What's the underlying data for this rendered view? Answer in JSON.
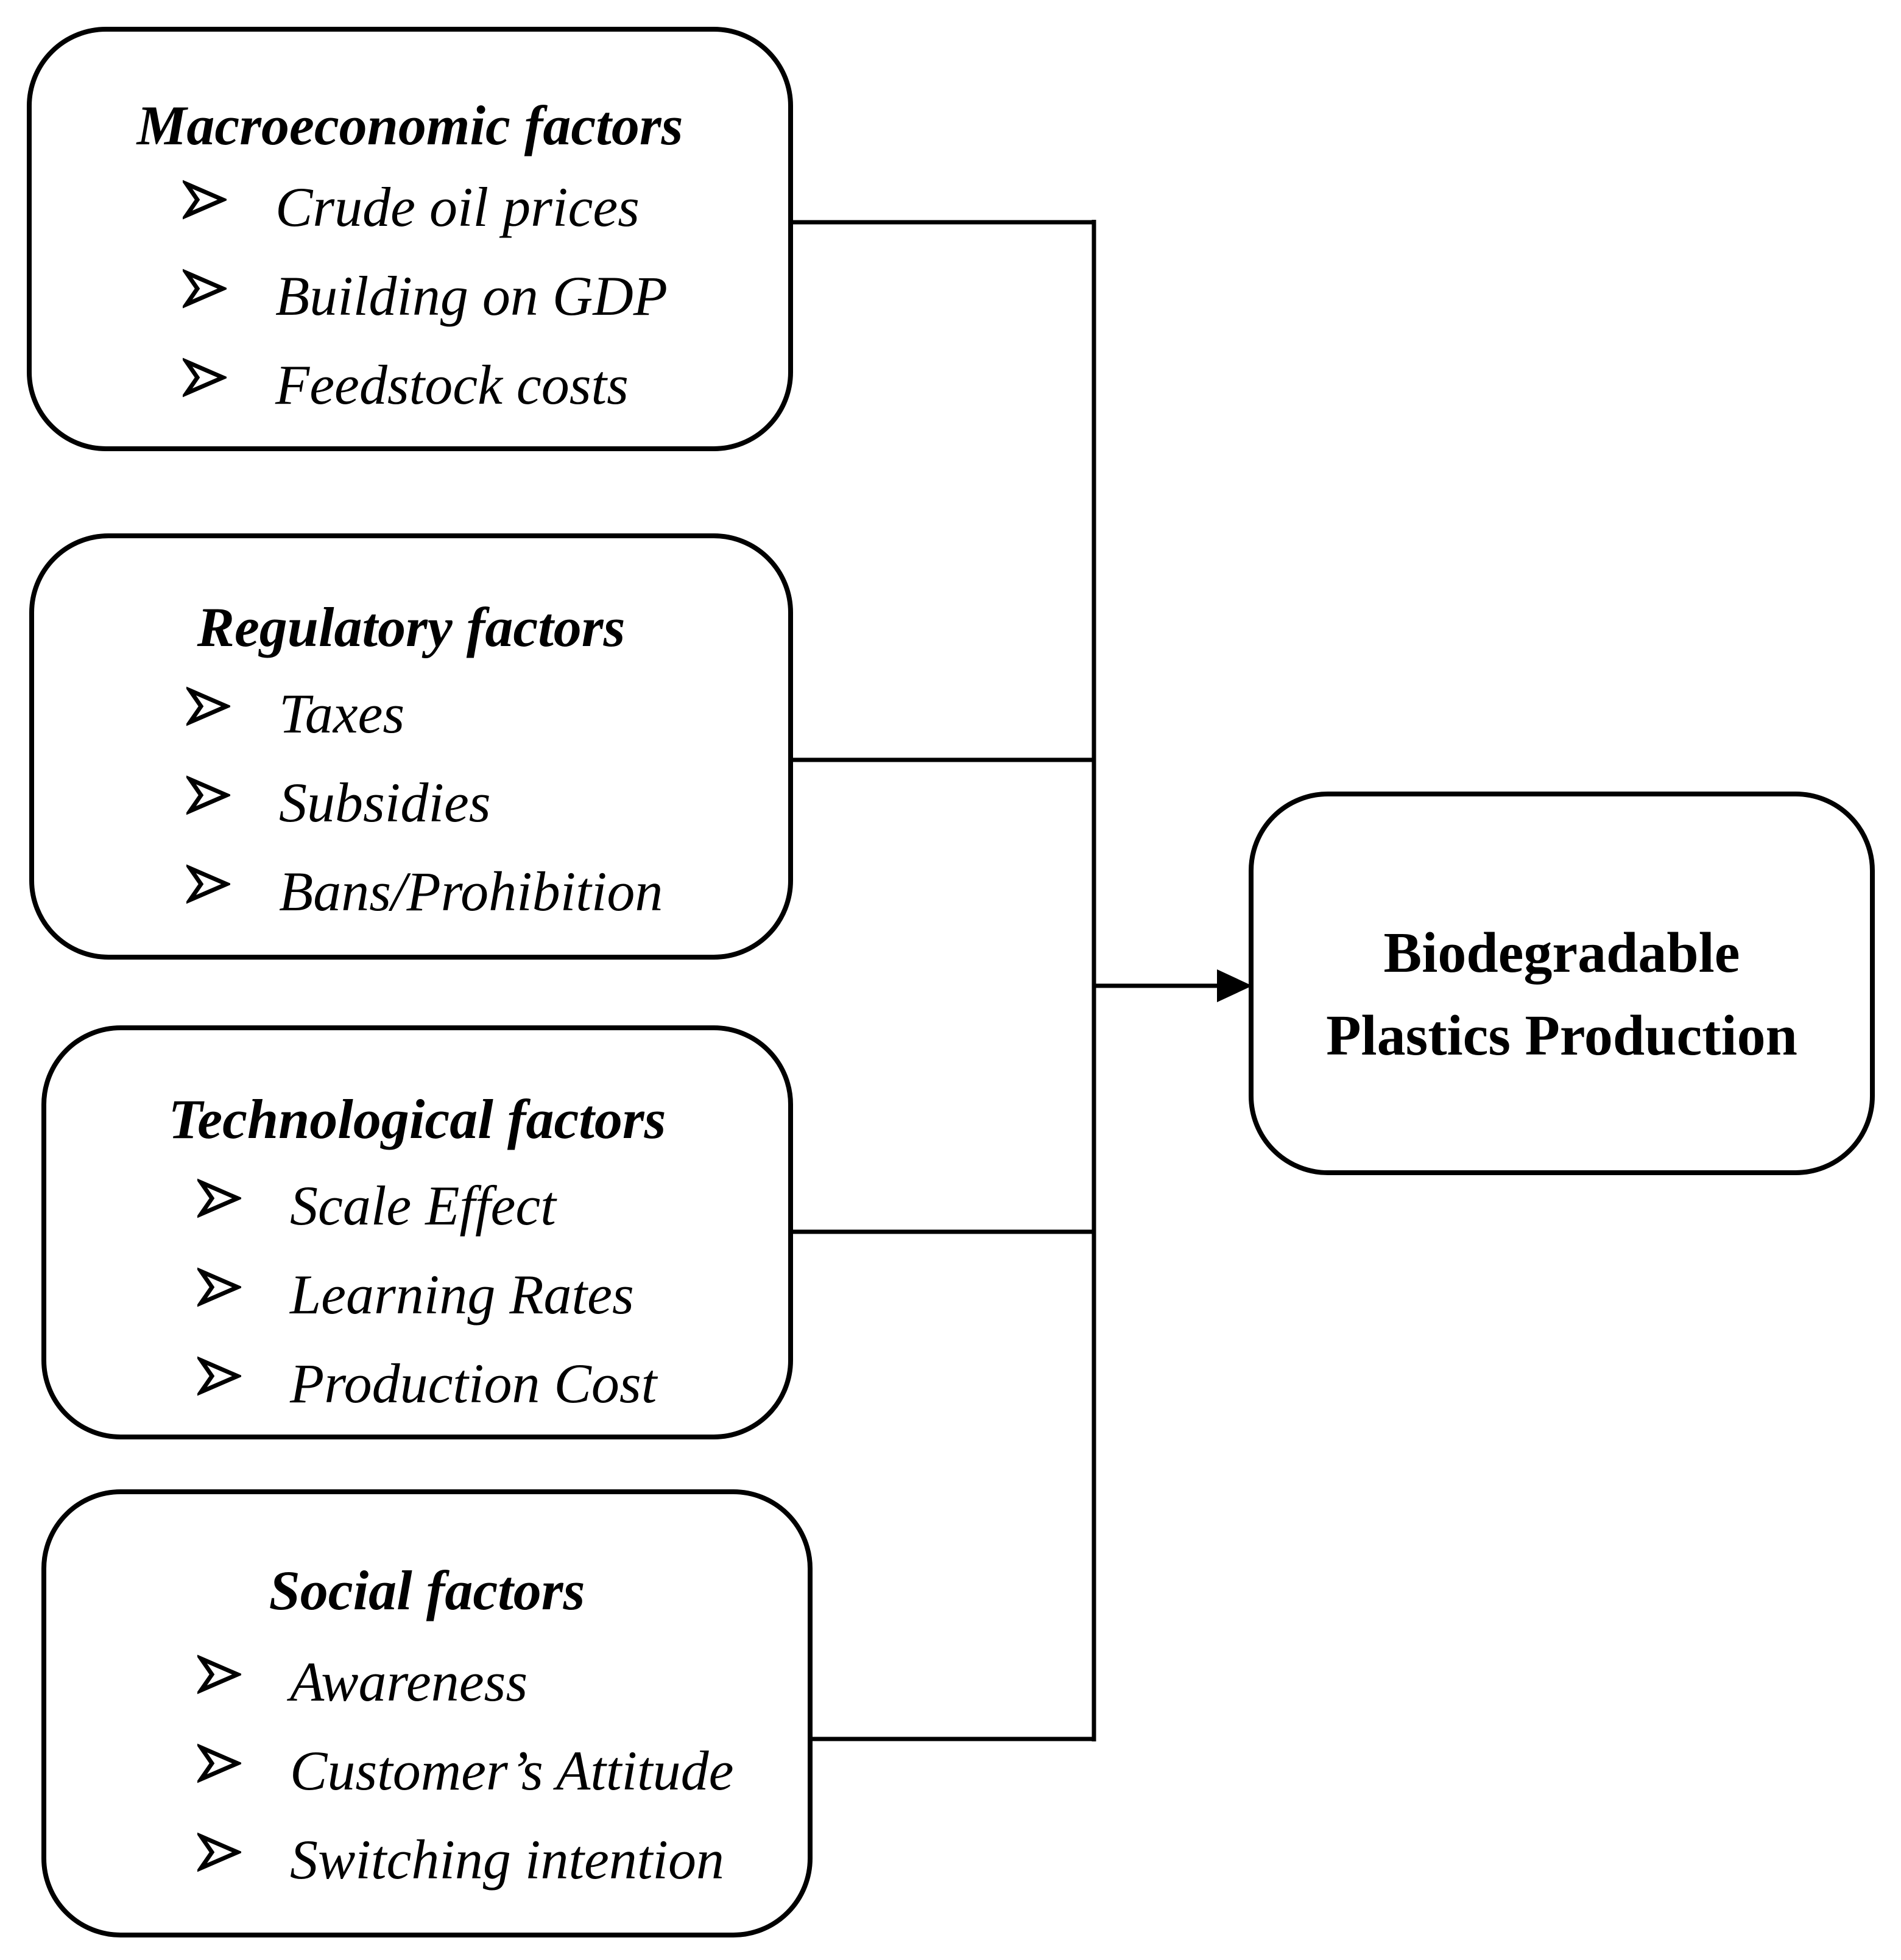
{
  "groups": [
    {
      "title": "Macroeconomic factors",
      "items": [
        "Crude oil prices",
        "Building on GDP",
        "Feedstock costs"
      ]
    },
    {
      "title": "Regulatory factors",
      "items": [
        "Taxes",
        "Subsidies",
        "Bans/Prohibition"
      ]
    },
    {
      "title": "Technological factors",
      "items": [
        "Scale Effect",
        "Learning Rates",
        "Production Cost"
      ]
    },
    {
      "title": "Social factors",
      "items": [
        "Awareness",
        "Customer’s Attitude",
        "Switching intention"
      ]
    }
  ],
  "target": {
    "line1": "Biodegradable",
    "line2": "Plastics Production"
  },
  "bullet_icon": "arrow-bullet-icon",
  "colors": {
    "stroke": "#000000",
    "background": "#ffffff"
  }
}
